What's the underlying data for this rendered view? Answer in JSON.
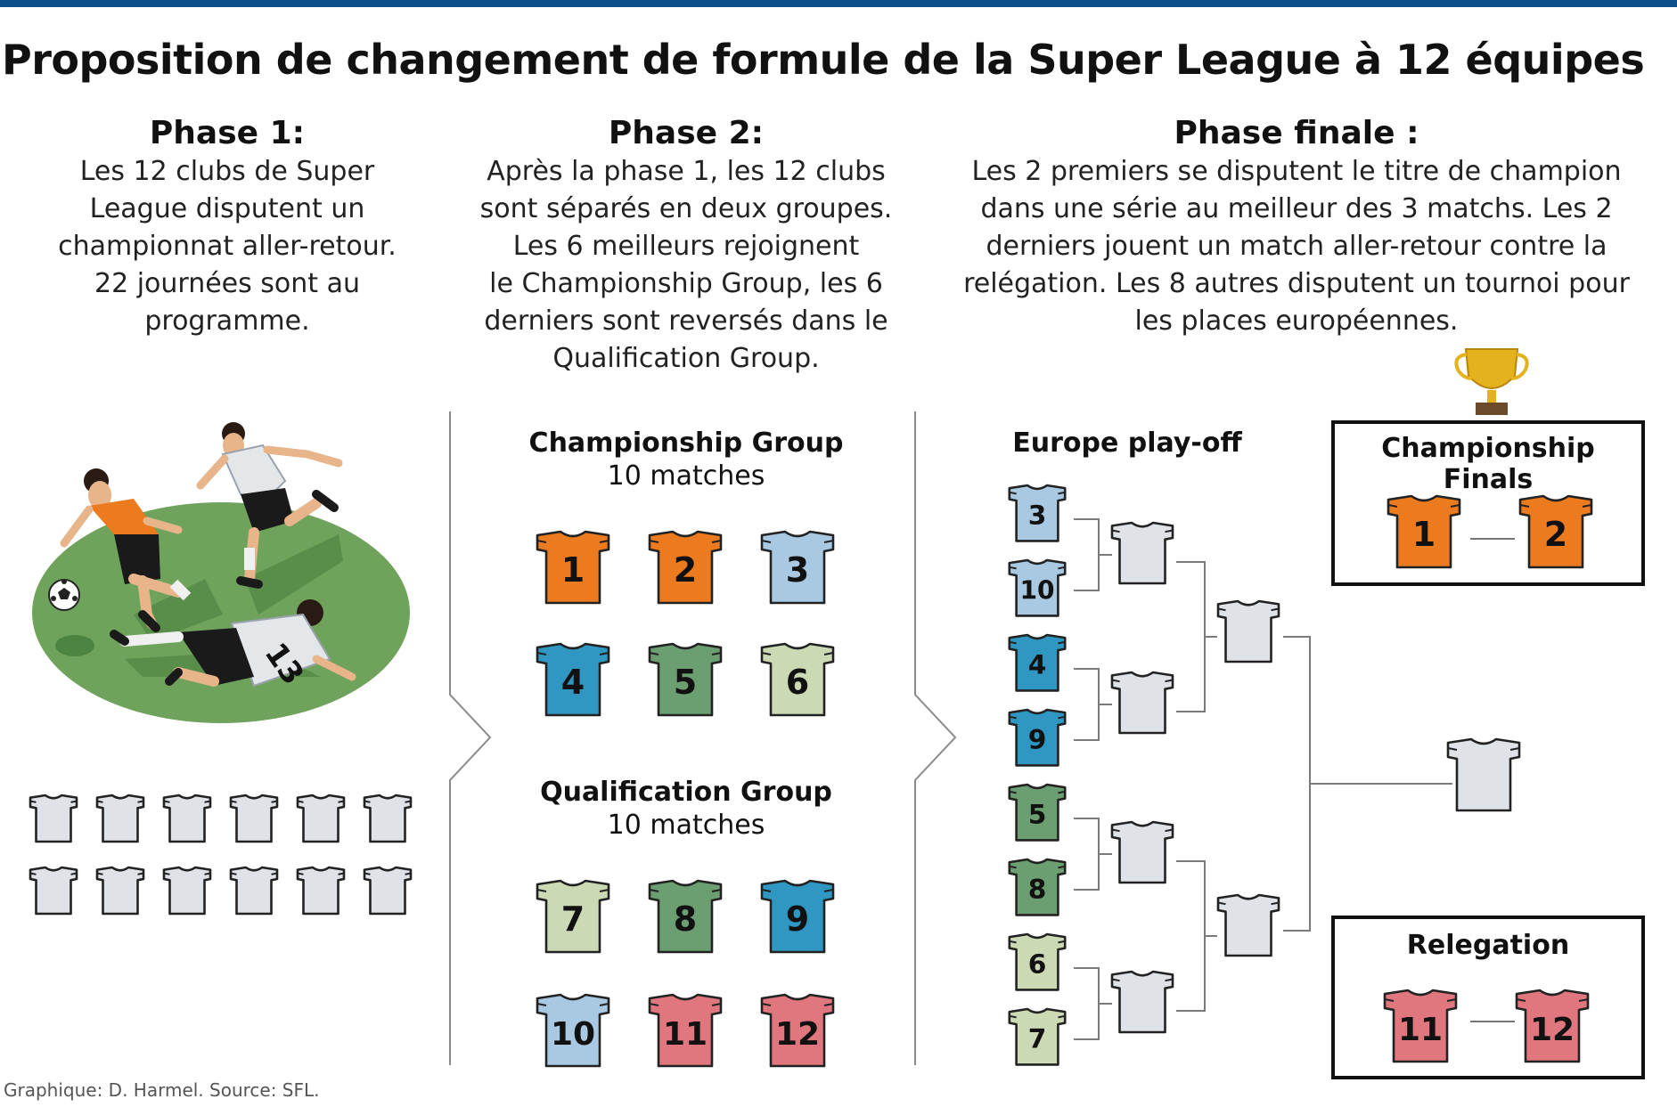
{
  "title": "Proposition de changement de formule de la Super League à 12 équipes",
  "phases": [
    {
      "heading": "Phase 1:",
      "text_lines": [
        "Les 12 clubs de Super",
        "League disputent un",
        "championnat aller-retour.",
        "22 journées sont au",
        "programme."
      ]
    },
    {
      "heading": "Phase 2:",
      "text_lines": [
        "Après la phase 1, les 12 clubs",
        "sont séparés en deux groupes.",
        "Les 6 meilleurs rejoignent",
        "le Championship Group, les 6",
        "derniers sont reversés dans le",
        "Qualification Group."
      ]
    },
    {
      "heading": "Phase finale :",
      "text_lines": [
        "Les 2 premiers se disputent le titre de champion",
        "dans une série au meilleur des 3 matchs. Les 2",
        "derniers jouent un match aller-retour contre la",
        "relégation. Les 8 autres disputent un tournoi pour",
        "les places européennes."
      ]
    }
  ],
  "groups": {
    "championship": {
      "name": "Championship Group",
      "matches": "10 matches",
      "teams": [
        "1",
        "2",
        "3",
        "4",
        "5",
        "6"
      ]
    },
    "qualification": {
      "name": "Qualification Group",
      "matches": "10 matches",
      "teams": [
        "7",
        "8",
        "9",
        "10",
        "11",
        "12"
      ]
    }
  },
  "europe_playoff": {
    "label": "Europe play-off",
    "teams": [
      "3",
      "10",
      "4",
      "9",
      "5",
      "8",
      "6",
      "7"
    ]
  },
  "championship_finals": {
    "label": "Championship Finals",
    "teams": [
      "1",
      "2"
    ]
  },
  "relegation": {
    "label": "Relegation",
    "teams": [
      "11",
      "12"
    ]
  },
  "credit": "Graphique: D. Harmel. Source: SFL.",
  "jersey_colors": {
    "1": "#ec7a1e",
    "2": "#ec7a1e",
    "3": "#a9c8e2",
    "4": "#2f97c2",
    "5": "#6b9e70",
    "6": "#cbd9b4",
    "7": "#cbd9b4",
    "8": "#6b9e70",
    "9": "#2f97c2",
    "10": "#a9c8e2",
    "11": "#e0767e",
    "12": "#e0767e",
    "blank": "#dfe3e7"
  },
  "colors": {
    "top_bar": "#0c4f8a",
    "pitch": "#6fa35c",
    "connector": "#777777",
    "trophy": "#e3b21c"
  }
}
